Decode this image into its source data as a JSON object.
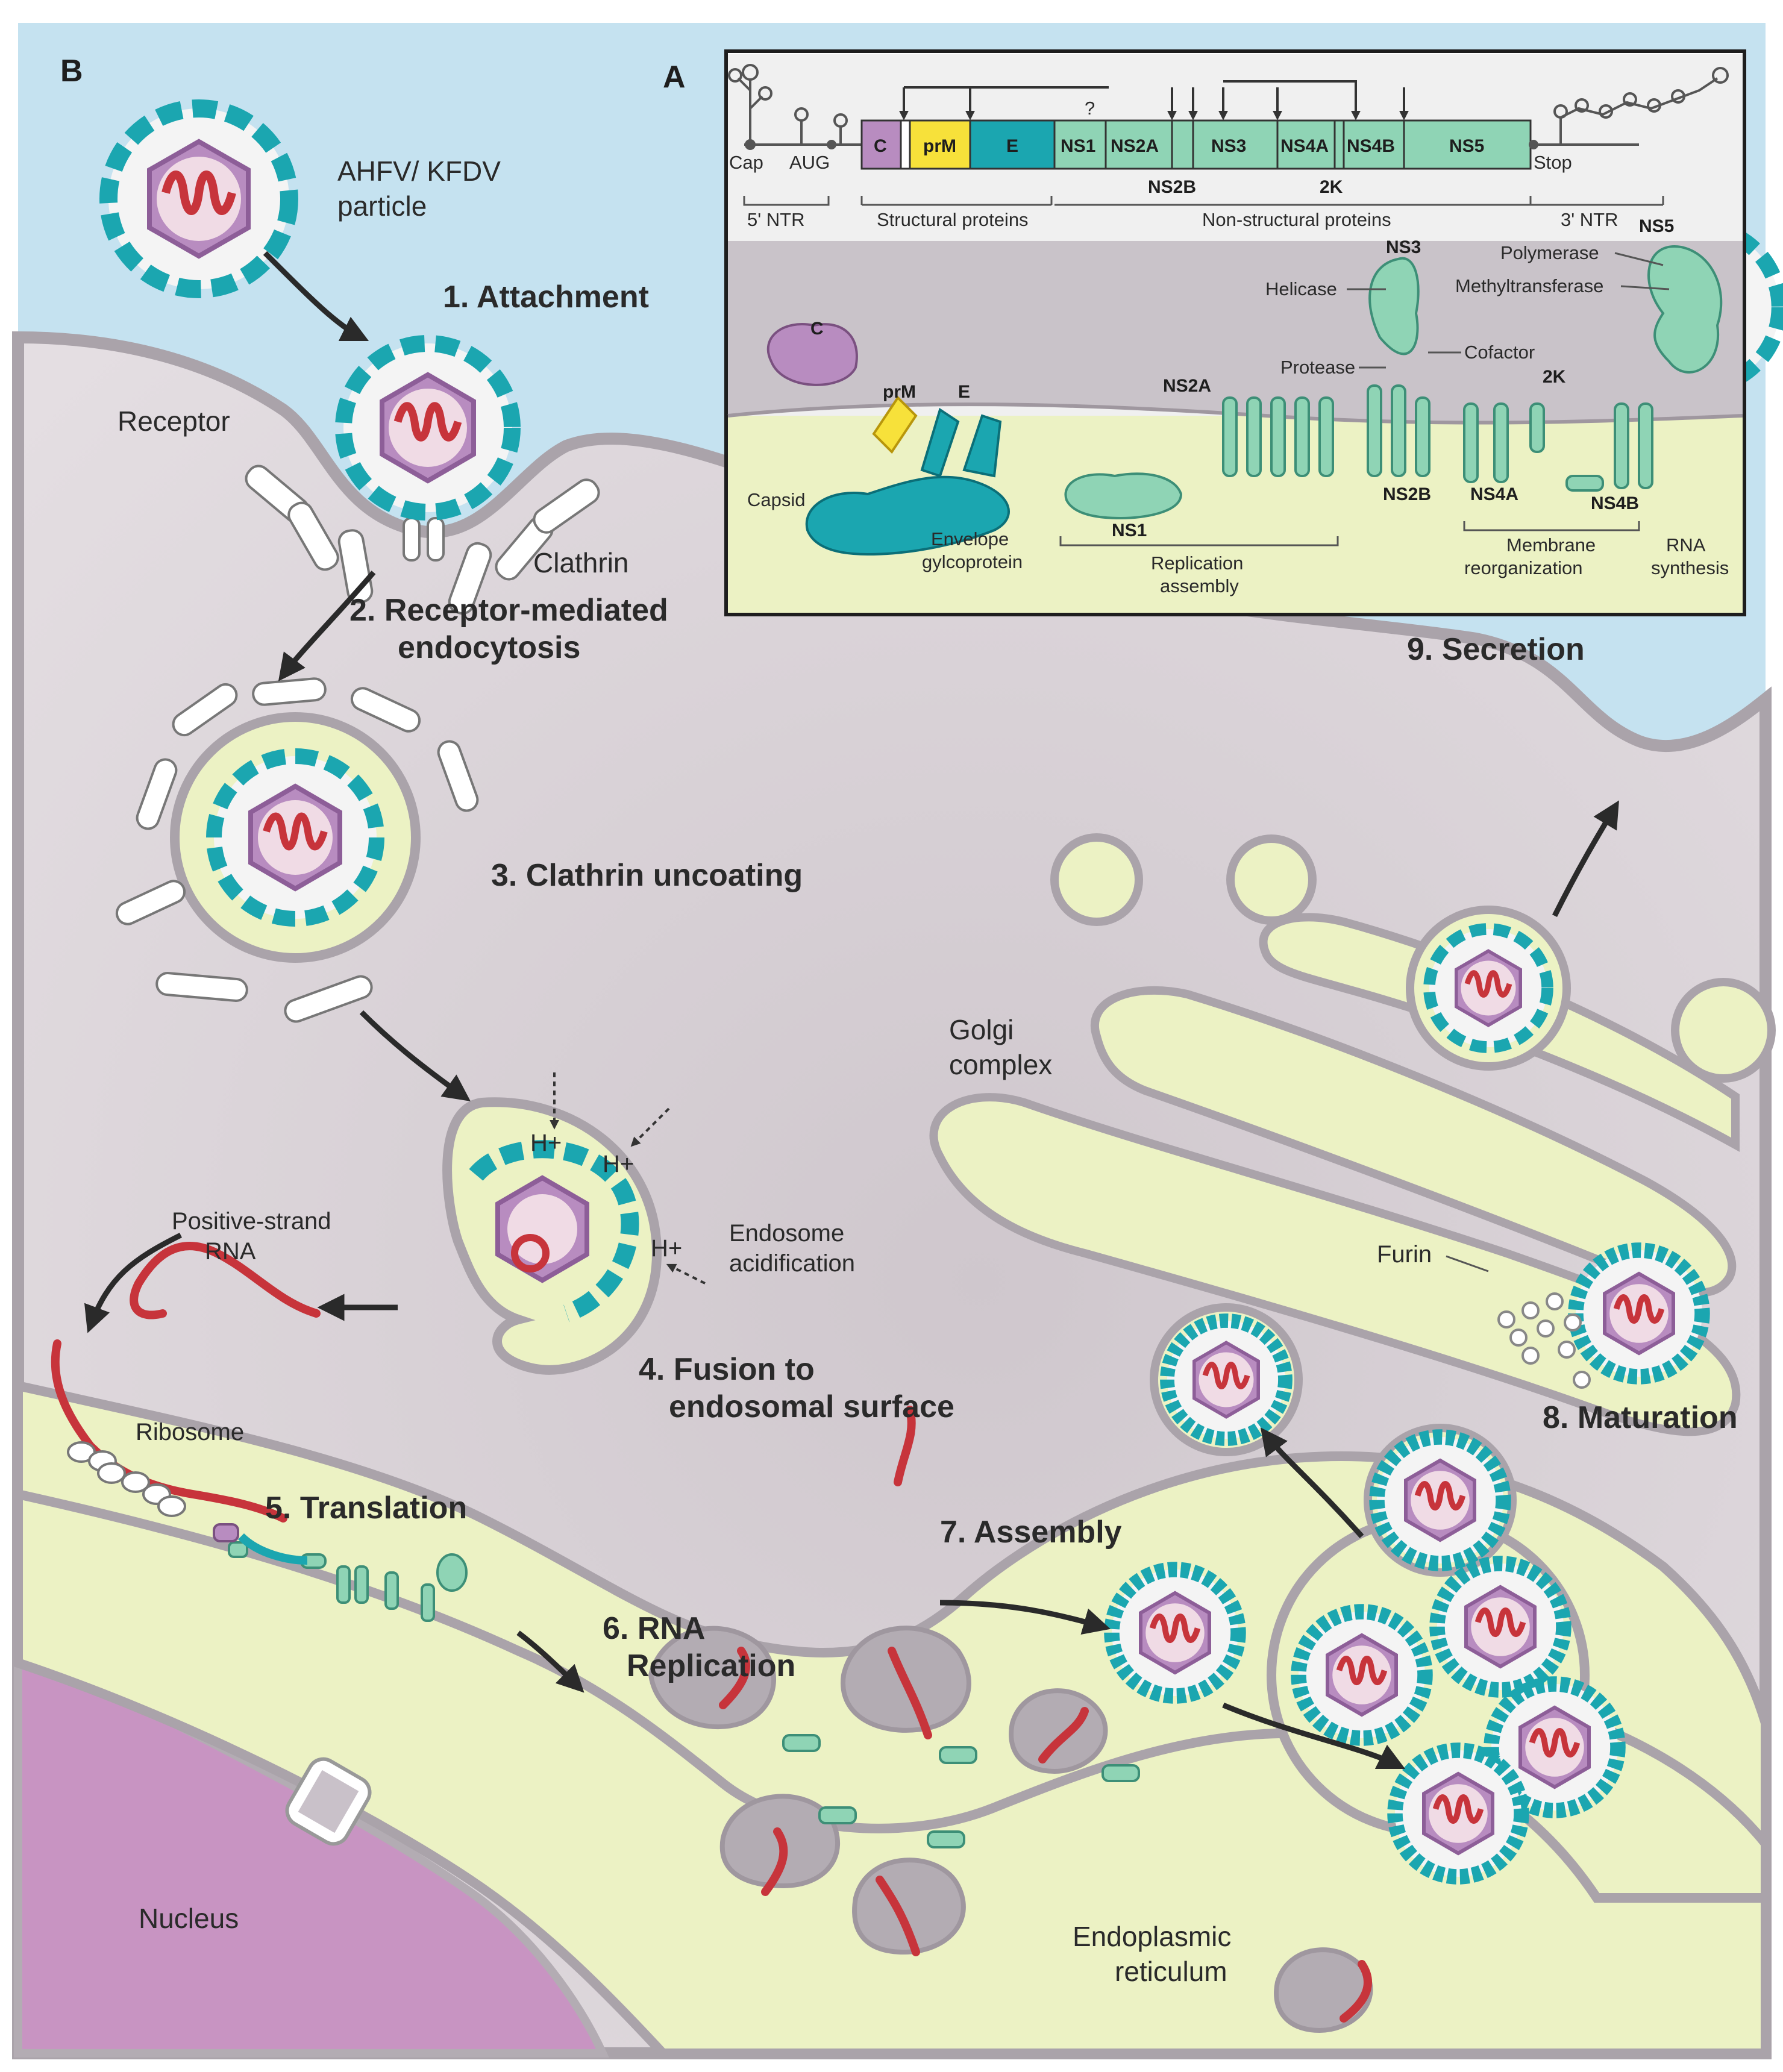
{
  "panels": {
    "a": "A",
    "b": "B"
  },
  "virus_label": "AHFV/ KFDV\nparticle",
  "steps": {
    "s1": "1. Attachment",
    "s2": "2. Receptor-mediated\nendocytosis",
    "s3": "3. Clathrin uncoating",
    "s4": "4. Fusion to\nendosomal surface",
    "s5": "5. Translation",
    "s6": "6. RNA\nReplication",
    "s7": "7. Assembly",
    "s8": "8. Maturation",
    "s9": "9. Secretion"
  },
  "labels": {
    "receptor": "Receptor",
    "clathrin": "Clathrin",
    "golgi": "Golgi\ncomplex",
    "positive_rna": "Positive-strand\nRNA",
    "endosome_acid": "Endosome\nacidification",
    "ribosome": "Ribosome",
    "furin": "Furin",
    "nucleus": "Nucleus",
    "er": "Endoplasmic\nreticulum",
    "h_plus": "H+"
  },
  "genome": {
    "genes": [
      "C",
      "prM",
      "E",
      "NS1",
      "NS2A",
      "NS3",
      "NS4A",
      "NS4B",
      "NS5"
    ],
    "below_genes": [
      "NS2B",
      "2K"
    ],
    "cap": "Cap",
    "aug": "AUG",
    "stop": "Stop",
    "question": "?",
    "regions": [
      "5' NTR",
      "Structural proteins",
      "Non-structural proteins",
      "3' NTR"
    ]
  },
  "inset": {
    "c": "C",
    "prm": "prM",
    "e": "E",
    "capsid": "Capsid",
    "envelope": "Envelope\ngylcoprotein",
    "ns1": "NS1",
    "ns2a": "NS2A",
    "ns2b": "NS2B",
    "ns3": "NS3",
    "ns4a": "NS4A",
    "ns4b": "NS4B",
    "ns5": "NS5",
    "k2": "2K",
    "helicase": "Helicase",
    "protease": "Protease",
    "cofactor": "Cofactor",
    "polymerase": "Polymerase",
    "methyltransferase": "Methyltransferase",
    "replication": "Replication\nassembly",
    "membrane": "Membrane\nreorganization",
    "rna_synth": "RNA\nsynthesis"
  },
  "colors": {
    "extracellular": "#c5e2f0",
    "cytoplasm": "#ddd6dc",
    "lumen": "#ecf2c4",
    "nucleus": "#c894c2",
    "capsid": "#b88cc0",
    "rna": "#c7343b",
    "envelope": "#1ba6b0",
    "prm": "#f0c832",
    "ns_protein": "#8fd4b5",
    "membrane_dark": "#b3acb3"
  }
}
